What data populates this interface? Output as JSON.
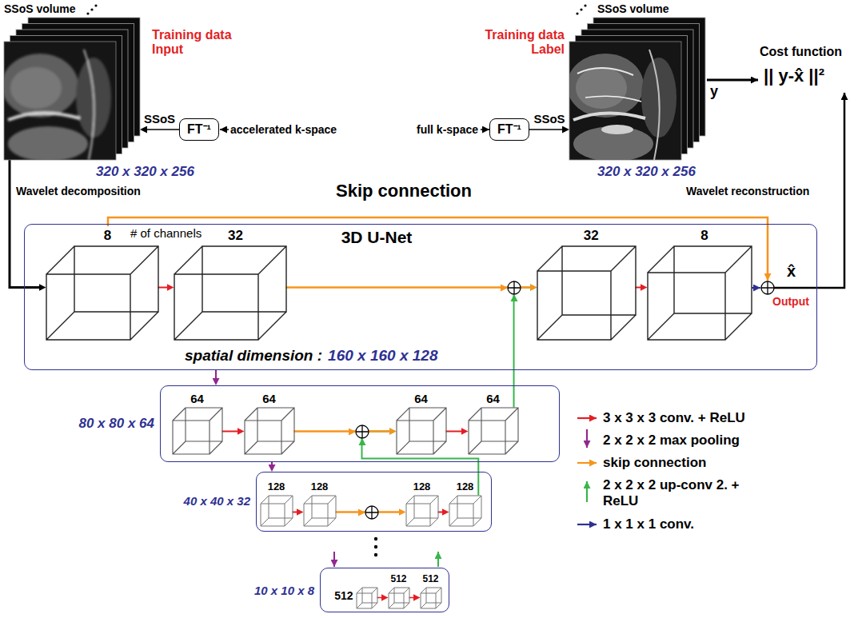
{
  "diagram": {
    "nodes": [
      {
        "text": [
          "SSoS volume",
          "Training data Input",
          "320 x 320 x 256"
        ]
      },
      {
        "text": [
          "FT⁻¹"
        ]
      },
      {
        "text": [
          "FT⁻¹"
        ]
      },
      {
        "text": [
          "SSoS volume",
          "Training data Label",
          "320 x 320 x 256"
        ]
      },
      {
        "text": [
          "3D U-Net",
          "# of channels",
          "spatial dimension :",
          "160 x 160 x 128"
        ]
      },
      {
        "text": [
          "8"
        ],
        "in": 4
      },
      {
        "text": [
          "32"
        ],
        "in": 4
      },
      {
        "text": [
          "32"
        ],
        "in": 4
      },
      {
        "text": [
          "8"
        ],
        "in": 4
      },
      {
        "text": [
          "80 x 80 x 64"
        ]
      },
      {
        "text": [
          "64"
        ],
        "in": 9
      },
      {
        "text": [
          "64"
        ],
        "in": 9
      },
      {
        "text": [
          "64"
        ],
        "in": 9
      },
      {
        "text": [
          "64"
        ],
        "in": 9
      },
      {
        "text": [
          "40 x 40 x 32"
        ]
      },
      {
        "text": [
          "128"
        ],
        "in": 14
      },
      {
        "text": [
          "128"
        ],
        "in": 14
      },
      {
        "text": [
          "128"
        ],
        "in": 14
      },
      {
        "text": [
          "128"
        ],
        "in": 14
      },
      {
        "text": [
          "10 x 10 x 8"
        ]
      },
      {
        "text": [
          "512"
        ],
        "in": 19
      },
      {
        "text": [
          "512"
        ],
        "in": 19
      },
      {
        "text": [
          "512"
        ],
        "in": 19
      }
    ],
    "edges": [
      {
        "from": 1,
        "to": 0,
        "arrow": "to",
        "label": "SSoS"
      },
      {
        "from": 2,
        "to": 3,
        "arrow": "to",
        "label": "SSoS"
      },
      {
        "from": 0,
        "to": 5,
        "arrow": "to"
      },
      {
        "from": 5,
        "to": 6,
        "arrow": "to"
      },
      {
        "from": 6,
        "to": 7,
        "arrow": "to"
      },
      {
        "from": 7,
        "to": 8,
        "arrow": "to"
      },
      {
        "from": 4,
        "to": 9,
        "arrow": "to"
      },
      {
        "from": 10,
        "to": 11,
        "arrow": "to"
      },
      {
        "from": 11,
        "to": 12,
        "arrow": "to"
      },
      {
        "from": 12,
        "to": 13,
        "arrow": "to"
      },
      {
        "from": 13,
        "to": 7,
        "arrow": "to"
      },
      {
        "from": 9,
        "to": 14,
        "arrow": "to"
      },
      {
        "from": 15,
        "to": 16,
        "arrow": "to"
      },
      {
        "from": 16,
        "to": 17,
        "arrow": "to"
      },
      {
        "from": 17,
        "to": 18,
        "arrow": "to"
      },
      {
        "from": 18,
        "to": 12,
        "arrow": "to"
      },
      {
        "from": 20,
        "to": 21,
        "arrow": "to"
      },
      {
        "from": 21,
        "to": 22,
        "arrow": "to"
      }
    ],
    "labels": [
      "accelerated k-space",
      "full k-space",
      "y",
      "Cost function",
      "|| y-x̂ ||²",
      "Wavelet decomposition",
      "Skip connection",
      "Wavelet reconstruction",
      "x̂",
      "Output"
    ],
    "legend": [
      {
        "text": "3 x 3 x 3 conv. + ReLU"
      },
      {
        "text": "2 x 2 x 2 max pooling"
      },
      {
        "text": "skip connection"
      },
      {
        "text": "2 x 2 x 2 up-conv 2. + ReLU"
      },
      {
        "text": "1 x 1 x 1 conv."
      }
    ]
  }
}
